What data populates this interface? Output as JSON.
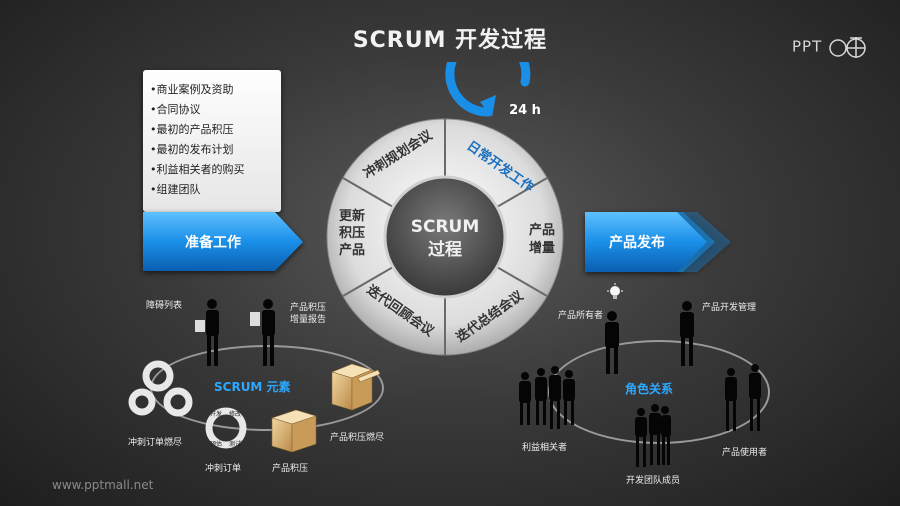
{
  "title": "SCRUM 开发过程",
  "logo_text": "PPT",
  "footer": "www.pptmall.net",
  "prep_items": [
    "•商业案例及资助",
    "•合同协议",
    "•最初的产品积压",
    "•最初的发布计划",
    "•利益相关者的购买",
    "•组建团队"
  ],
  "left_arrow": "准备工作",
  "right_arrow": "产品发布",
  "cycle": {
    "center_line1": "SCRUM",
    "center_line2": "过程",
    "seg_top_left": "冲刺规划会议",
    "seg_top_right": "日常开发工作",
    "seg_right": [
      "产品",
      "增量"
    ],
    "seg_bottom_right": "迭代总结会议",
    "seg_bottom_left": "迭代回顾会议",
    "seg_left": [
      "更新",
      "积压",
      "产品"
    ],
    "loop_label": "24 h"
  },
  "elements": {
    "center": "SCRUM 元素",
    "impediments": "障碍列表",
    "backlog_report": [
      "产品积压",
      "增量报告"
    ],
    "sprint_burndown": "冲刺订单燃尽",
    "sprint_backlog": "冲刺订单",
    "product_backlog": "产品积压",
    "product_burndown": "产品积压燃尽",
    "mini_cycle_labels": [
      "开发",
      "修改",
      "测试",
      "预估"
    ]
  },
  "roles": {
    "center": "角色关系",
    "product_owner": "产品所有者",
    "dev_manager": "产品开发管理",
    "stakeholders": "利益相关者",
    "team": "开发团队成员",
    "users": "产品使用者"
  },
  "colors": {
    "accent": "#1a8fe8",
    "ring": "#d9d9d9",
    "text_dark": "#333333"
  }
}
